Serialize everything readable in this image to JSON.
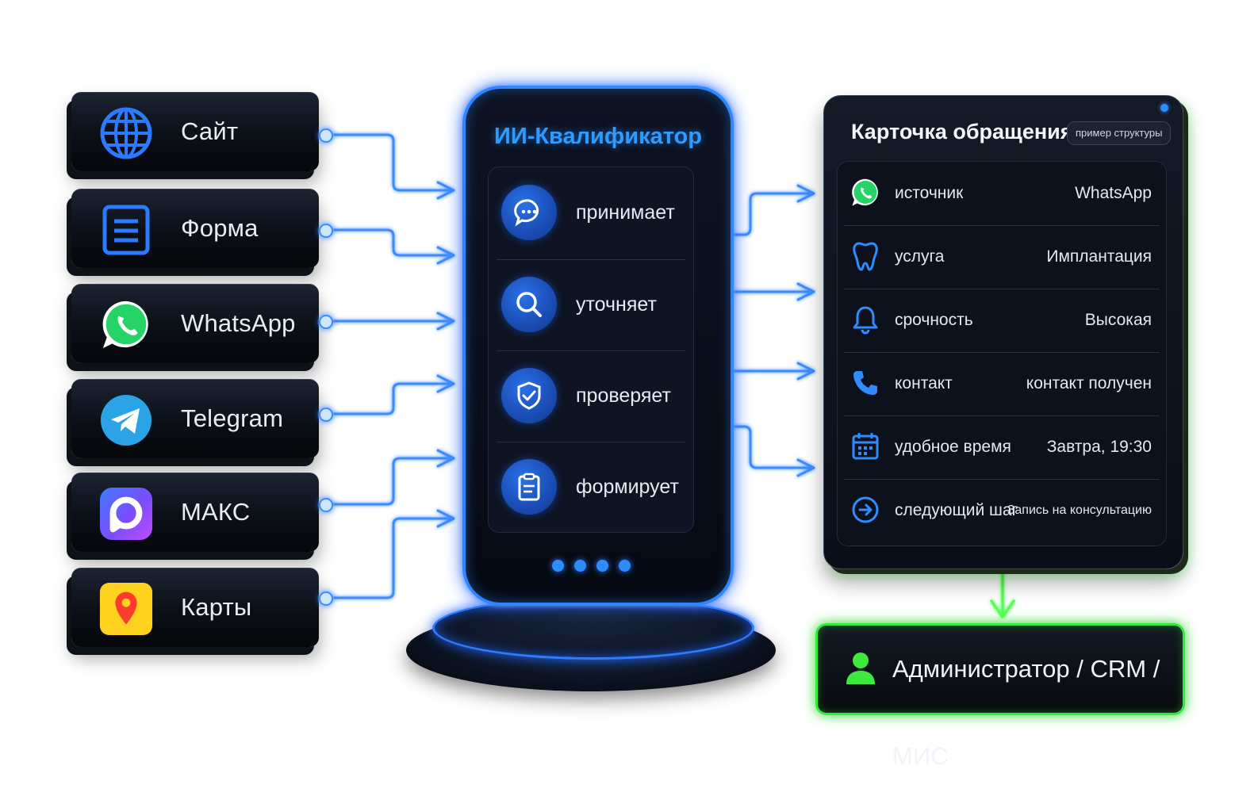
{
  "sources": [
    {
      "label": "Сайт",
      "icon": "globe-icon"
    },
    {
      "label": "Форма",
      "icon": "form-icon"
    },
    {
      "label": "WhatsApp",
      "icon": "whatsapp-icon"
    },
    {
      "label": "Telegram",
      "icon": "telegram-icon"
    },
    {
      "label": "МАКС",
      "icon": "maks-icon"
    },
    {
      "label": "Карты",
      "icon": "map-pin-icon"
    }
  ],
  "qualifier": {
    "title": "ИИ-Квалификатор",
    "steps": [
      {
        "label": "принимает",
        "icon": "chat-bubble-icon"
      },
      {
        "label": "уточняет",
        "icon": "search-icon"
      },
      {
        "label": "проверяет",
        "icon": "shield-check-icon"
      },
      {
        "label": "формирует",
        "icon": "clipboard-icon"
      }
    ],
    "page_dots": 4
  },
  "card": {
    "title": "Карточка обращения",
    "badge": "пример структуры",
    "rows": [
      {
        "key": "источник",
        "value": "WhatsApp",
        "icon": "whatsapp-icon"
      },
      {
        "key": "услуга",
        "value": "Имплантация",
        "icon": "tooth-icon"
      },
      {
        "key": "срочность",
        "value": "Высокая",
        "icon": "bell-icon"
      },
      {
        "key": "контакт",
        "value": "контакт получен",
        "icon": "phone-icon"
      },
      {
        "key": "удобное время",
        "value": "Завтра, 19:30",
        "icon": "calendar-icon"
      },
      {
        "key": "следующий шаг",
        "value": "Запись на консультацию",
        "icon": "arrow-circle-icon"
      }
    ]
  },
  "destination": {
    "label": "Администратор / CRM / МИС",
    "icon": "user-icon"
  },
  "colors": {
    "accent_blue": "#2f86ff",
    "accent_green": "#39e83e",
    "panel_dark": "#0c111b",
    "text_light": "#e6ebf3"
  }
}
